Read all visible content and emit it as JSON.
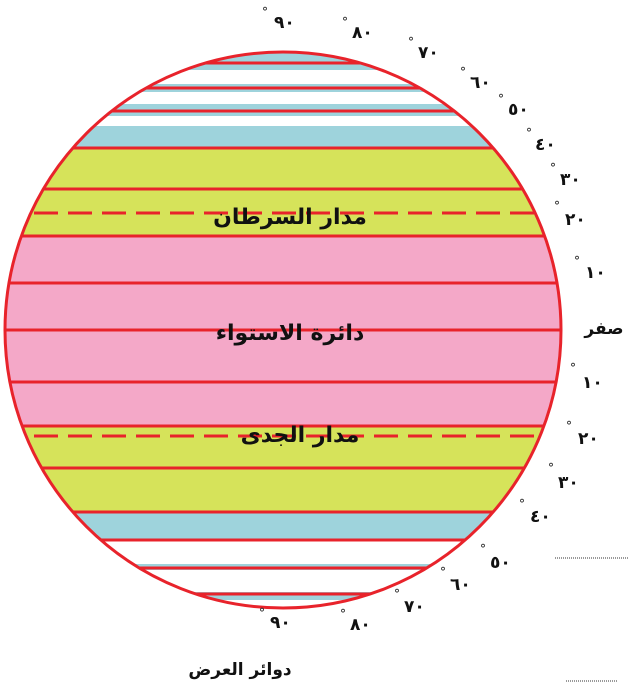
{
  "labels": {
    "tropic_cancer": "مدار السرطان",
    "equator": "دائرة الاستواء",
    "tropic_capricorn": "مدار الجدى",
    "caption": "دوائر العرض",
    "zero": "صفر"
  },
  "north_labels": [
    "١٠",
    "٢٠",
    "٣٠",
    "٤٠",
    "٥٠",
    "٦٠",
    "٧٠",
    "٨٠",
    "٩٠"
  ],
  "south_labels": [
    "١٠",
    "٢٠",
    "٣٠",
    "٤٠",
    "٥٠",
    "٦٠",
    "٧٠",
    "٨٠",
    "٩٠"
  ],
  "degree_symbol": "°",
  "colors": {
    "outline": "#e8232b",
    "tropical": "#f4a8c8",
    "temperate": "#d6e35a",
    "polar": "#9ed3dc"
  }
}
